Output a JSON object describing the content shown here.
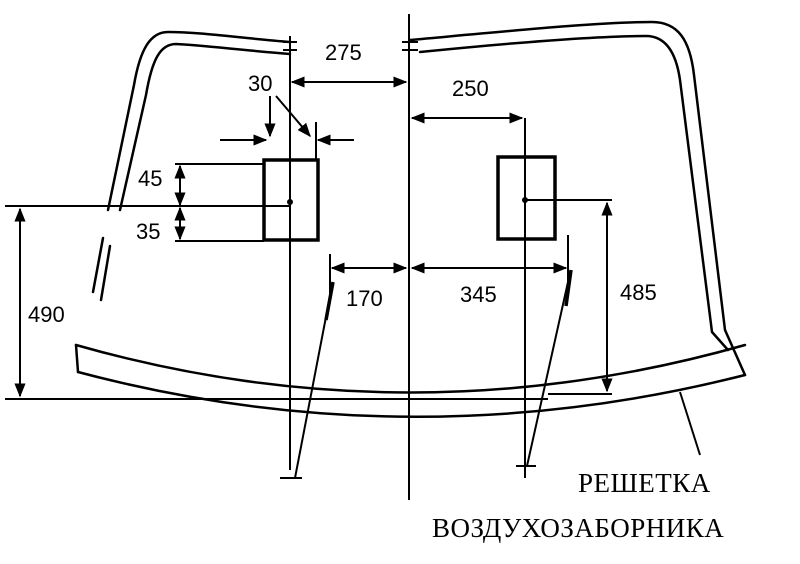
{
  "dimensions": {
    "d275": "275",
    "d250": "250",
    "d30": "30",
    "d45": "45",
    "d35": "35",
    "d490": "490",
    "d170": "170",
    "d345": "345",
    "d485": "485"
  },
  "caption": {
    "line1": "РЕШЕТКА",
    "line2": "ВОЗДУХОЗАБОРНИКА"
  }
}
